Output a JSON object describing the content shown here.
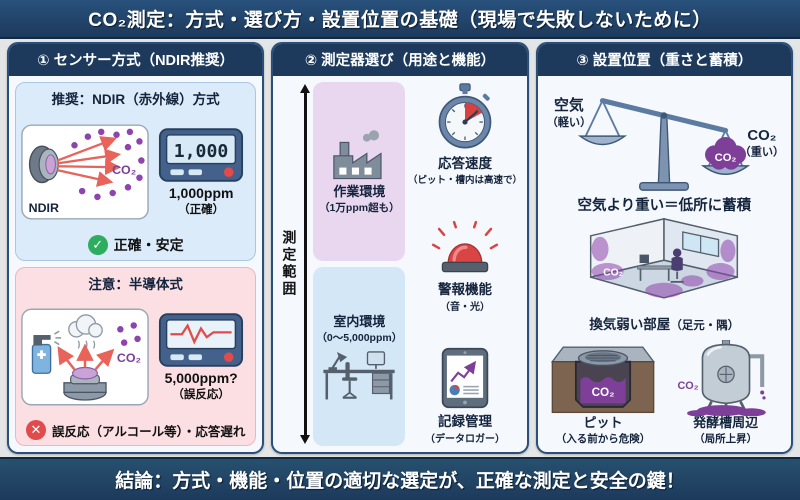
{
  "header": {
    "title": "CO₂測定：方式・選び方・設置位置の基礎（現場で失敗しないために）"
  },
  "footer": {
    "text": "結論：方式・機能・位置の適切な選定が、正確な測定と安全の鍵！"
  },
  "col1": {
    "title": "① センサー方式（NDIR推奨）",
    "ndir": {
      "title": "推奨：NDIR（赤外線）方式",
      "sensor_label": "NDIR",
      "co2_label": "CO₂",
      "display_value": "1,000",
      "reading": "1,000ppm",
      "reading_note": "（正確）",
      "check_glyph": "✓",
      "verdict": "正確・安定"
    },
    "semi": {
      "title": "注意：半導体式",
      "co2_label": "CO₂",
      "reading": "5,000ppm?",
      "reading_note": "（誤反応）",
      "x_glyph": "✕",
      "verdict": "誤反応（アルコール等）・応答遅れ"
    }
  },
  "col2": {
    "title": "② 測定器選び（用途と機能）",
    "axis_label": "測定範囲",
    "work": {
      "label": "作業環境",
      "sub": "（1万ppm超も）"
    },
    "indoor": {
      "label": "室内環境",
      "sub": "（0〜5,000ppm）"
    },
    "features": [
      {
        "label": "応答速度",
        "sub": "（ピット・槽内は高速で）"
      },
      {
        "label": "警報機能",
        "sub": "（音・光）"
      },
      {
        "label": "記録管理",
        "sub": "（データロガー）"
      }
    ]
  },
  "col3": {
    "title": "③ 設置位置（重さと蓄積）",
    "scale": {
      "left_label": "空気",
      "left_sub": "（軽い）",
      "cloud_label": "CO₂",
      "right_label": "CO₂",
      "right_sub": "（重い）"
    },
    "rule": "空気より重い＝低所に蓄積",
    "room": {
      "caption": "換気弱い部屋",
      "caption_sub": "（足元・隅）",
      "co2_label": "CO₂"
    },
    "pit": {
      "caption": "ピット",
      "caption_sub": "（入る前から危険）",
      "co2_label": "CO₂"
    },
    "tank": {
      "caption": "発酵槽周辺",
      "caption_sub": "（局所上昇）",
      "co2_label": "CO₂"
    }
  },
  "colors": {
    "navy": "#1d3a5c",
    "panel_blue": "#dcebfa",
    "panel_pink": "#fbdfe3",
    "box_purple": "#e9d7f0",
    "box_blue": "#d3e7f7",
    "co2_purple": "#7d3f98",
    "arrow_red": "#e8635a",
    "check_green": "#2eac5f",
    "cross_red": "#e14b4b"
  }
}
